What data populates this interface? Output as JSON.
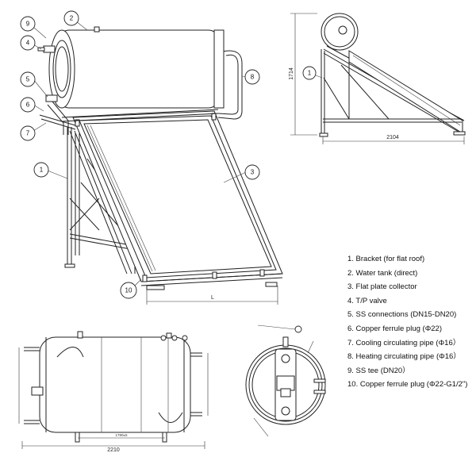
{
  "callouts": [
    "1",
    "2",
    "3",
    "4",
    "5",
    "6",
    "7",
    "8",
    "9",
    "10"
  ],
  "dimensions": {
    "side_height": "1714",
    "side_width": "2104",
    "collector_length": "L",
    "tank_length": "2210",
    "tank_inner": "1780±5"
  },
  "legend": [
    "1. Bracket (for flat roof)",
    "2. Water tank (direct)",
    "3. Flat plate collector",
    "4. T/P valve",
    "5. SS connections (DN15-DN20)",
    "6. Copper ferrule plug (Φ22)",
    "7. Cooling circulating pipe (Φ16）",
    "8. Heating circulating pipe (Φ16）",
    "9. SS tee (DN20）",
    "10. Copper ferrule plug (Φ22-G1/2\")"
  ]
}
